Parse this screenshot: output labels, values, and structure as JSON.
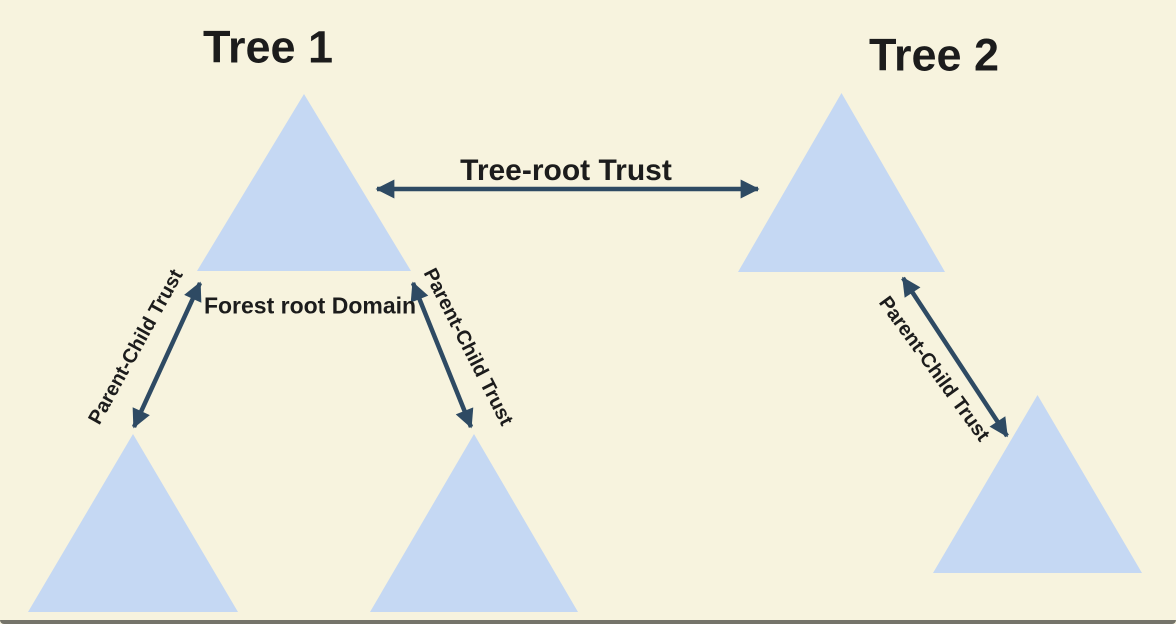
{
  "diagram": {
    "tree1": {
      "title": "Tree 1"
    },
    "tree2": {
      "title": "Tree 2"
    },
    "labels": {
      "tree_root_trust": "Tree-root Trust",
      "forest_root_domain": "Forest root Domain",
      "parent_child_trust": "Parent-Child Trust"
    },
    "colors": {
      "background": "#f7f3de",
      "triangle_fill": "#c5d8f3",
      "arrow": "#2e4a63",
      "text": "#1c1c1c"
    }
  }
}
